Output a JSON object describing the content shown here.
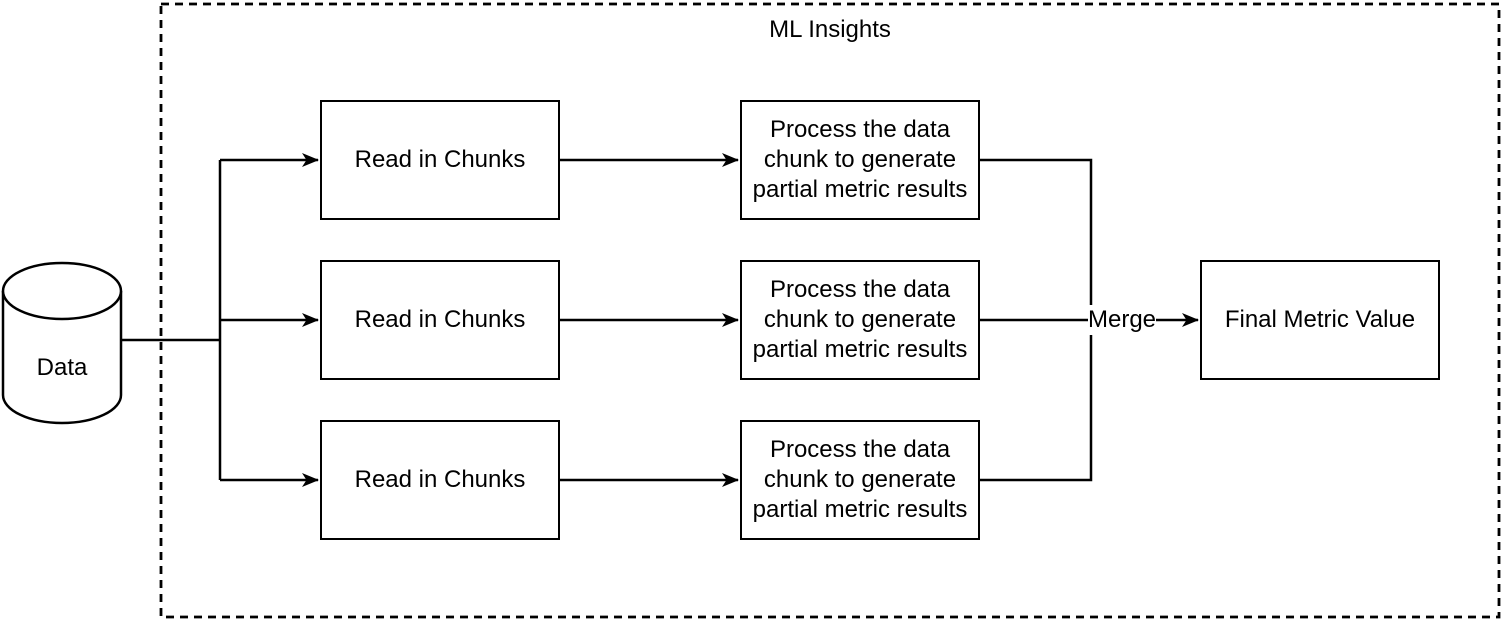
{
  "diagram": {
    "title": "ML Insights",
    "colors": {
      "stroke": "#000000",
      "background": "#ffffff",
      "node_fill": "#ffffff"
    },
    "data_store": {
      "shape": "cylinder",
      "label": "Data"
    },
    "read_nodes": [
      {
        "label": "Read in Chunks"
      },
      {
        "label": "Read in Chunks"
      },
      {
        "label": "Read in Chunks"
      }
    ],
    "process_nodes": [
      {
        "label": "Process the data chunk to generate partial metric results"
      },
      {
        "label": "Process the data chunk to generate partial metric results"
      },
      {
        "label": "Process the data chunk to generate partial metric results"
      }
    ],
    "merge_edge": {
      "label": "Merge"
    },
    "final_node": {
      "label": "Final Metric Value"
    }
  }
}
